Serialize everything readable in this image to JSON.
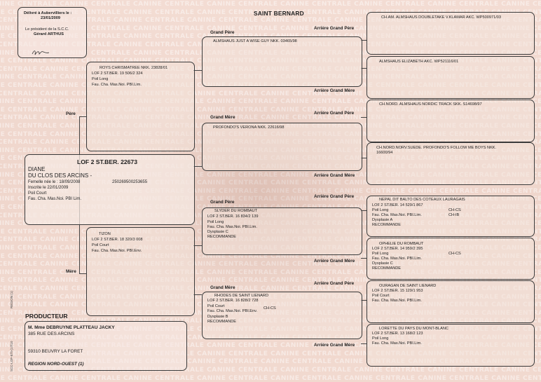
{
  "header": {
    "title": "SAINT BERNARD",
    "delivered": "Délivré à Aubervilliers le :",
    "date": "23/01/2009",
    "president": "Le président de la S.C.C.",
    "president_name": "Gérard ARTHUS"
  },
  "labels": {
    "pere": "Père",
    "mere": "Mère",
    "grand_pere": "Grand Père",
    "grand_mere": "Grand Mère",
    "arriere_grand_pere": "Arrière Grand Père",
    "arriere_grand_mere": "Arrière Grand Mère"
  },
  "dog": {
    "lof": "LOF 2 ST.BER. 22673",
    "name1": "DIANE",
    "name2": "DU CLOS DES ARCINS -",
    "born": "Femelle née le : 18/09/2008",
    "chip": "250269500253655",
    "registered": "Inscrite le 22/01/2009",
    "coat": "Poil Court",
    "color": "Fau. Cha. Mas.Noi. PBI Lim."
  },
  "father": {
    "name": "ROYS CHRISMATREE NKK. 23828/01",
    "lof": "LOF 2 ST.BER. 19 506/2 324",
    "coat": "Poil Long",
    "color": "Fau. Cha. Mas.Noi. PBI.Lim."
  },
  "mother": {
    "name": "TIZON",
    "lof": "LOF 2 ST.BER. 18 320/3 008",
    "coat": "Poil Court",
    "color": "Fau. Cha. Mas.Noi. PBI.Env."
  },
  "gp_father": {
    "name": "ALMSHAUS JUST A WISE GUY NKK. 03465/98"
  },
  "gm_father": {
    "name": "PROFONDO'S VERONA NKK. 22616/98"
  },
  "gp_mother": {
    "name": "SLYDER DU ROMBAUT",
    "lof": "LOF 2 ST.BER. 16 834/2 139",
    "coat": "Poil Long",
    "color": "Fau. Cha. Mas.Noi. PBI.Lim.",
    "dysplasia": "Dysplasie C",
    "rec": "RECOMMANDE"
  },
  "gm_mother": {
    "name": "RHODES DE SAINT LIENARD",
    "lof": "LOF 2 ST.BER. 16 828/2 728",
    "coat": "Poil Court",
    "color": "Fau. Cha. Mas.Noi. PBI.Env.",
    "dysplasia": "Dysplasie B",
    "rec": "RECOMMANDE",
    "badge": "CH-CS"
  },
  "ancestors": [
    {
      "name": "CH.AM. ALMSHAUS DOUBLETAKE V.KLAMAR AKC. WP500971/03"
    },
    {
      "name": "ALMSHAUS ELIZABETH AKC. WP521116/01"
    },
    {
      "name": "CH.NORD. ALMSHAUS NORDIC TRACK SKK. S14698/97"
    },
    {
      "name": "CH.NORD.NORV.SUEDE. PROFONDO'S FOLLOW ME BOYS NKK.",
      "name2": "16600/94"
    },
    {
      "name": "NEPAL DIT BALTO DES COTEAUX LAURAGAIS",
      "lof": "LOF 2 ST.BER. 14 529/1 867",
      "coat": "Poil Long",
      "color": "Fau. Cha. Mas.Noi. PBI.Lim.",
      "dysplasia": "Dysplasie A",
      "rec": "RECOMMANDE",
      "badge1": "CH-CS",
      "badge2": "CH-IB"
    },
    {
      "name": "OPHELIE DU ROMBAUT",
      "lof": "LOF 2 ST.BER. 14 959/2 395",
      "coat": "Poil Long",
      "color": "Fau. Cha. Mas.Noi. PBI.Lim.",
      "dysplasia": "Dysplasie C",
      "rec": "RECOMMANDE",
      "badge1": "CH-CS"
    },
    {
      "name": "OURAGAN DE SAINT LIENARD",
      "lof": "LOF 2 ST.BER. 15 129/1 953",
      "coat": "Poil Court",
      "color": "Fau. Cha. Mas.Noi. PBI.Lim."
    },
    {
      "name": "LORETTE DU PAYS DU MONT-BLANC",
      "lof": "LOF 2 ST.BER. 13 168/2 123",
      "coat": "Poil Long",
      "color": "Fau. Cha. Mas.Noi. PBI.Lim."
    }
  ],
  "producer": {
    "heading": "PRODUCTEUR",
    "name": "M. Mme DEBRUYNE PLATTEAU JACKY",
    "address": "385 RUE DES ARCINS",
    "city": "59310 BEUVRY LA FORET",
    "region": "REGION NORD-OUEST (1)"
  },
  "side": {
    "region": "REGION (1)",
    "code": "SCC-LOF-ETI-(17/10"
  },
  "watermark": "CANINE CENTRALE"
}
